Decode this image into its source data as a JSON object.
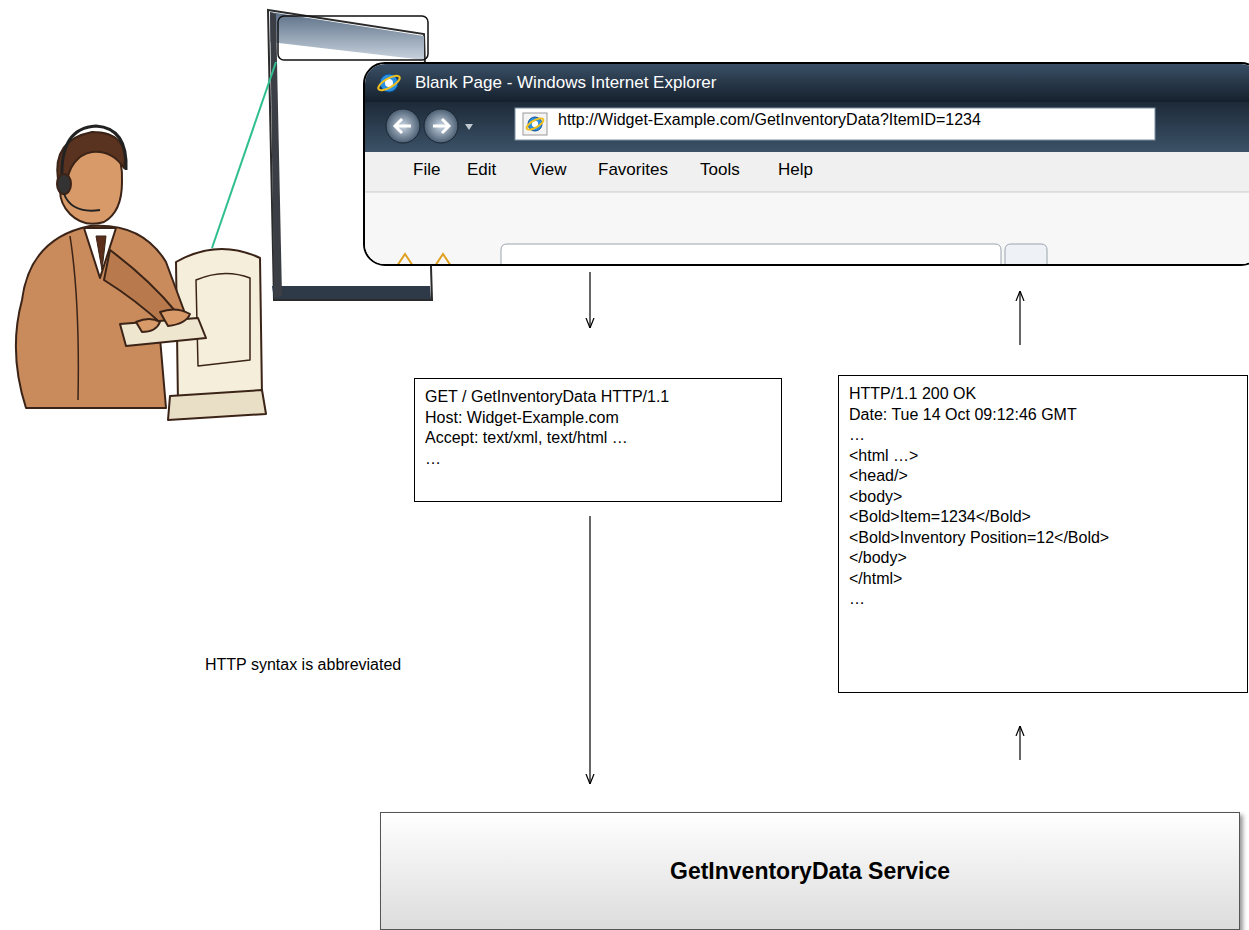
{
  "diagram": {
    "nodes": [
      {
        "text": [
          "Blank Page - Windows Internet Explorer",
          "http://Widget-Example.com/GetInventoryData?ItemID=1234",
          "File",
          "Edit",
          "View",
          "Favorites",
          "Tools",
          "Help"
        ]
      },
      {
        "text": [
          "GET / GetInventoryData HTTP/1.1",
          "Host: Widget-Example.com",
          "Accept: text/xml, text/html …",
          "…"
        ]
      },
      {
        "text": [
          "HTTP/1.1 200 OK",
          "Date: Tue 14 Oct 09:12:46 GMT",
          "…",
          "<html …>",
          "<head/>",
          "<body>",
          "<Bold>Item=1234</Bold>",
          "<Bold>Inventory Position=12</Bold>",
          "</body>",
          "</html>",
          "…"
        ]
      },
      {
        "text": [
          "GetInventoryData Service"
        ]
      }
    ],
    "edges": [
      {
        "from": 0,
        "to": 1,
        "arrow": "to"
      },
      {
        "from": 1,
        "to": 3,
        "arrow": "to"
      },
      {
        "from": 3,
        "to": 2,
        "arrow": "to"
      },
      {
        "from": 2,
        "to": 0,
        "arrow": "to"
      }
    ],
    "labels": [
      "HTTP syntax is abbreviated"
    ]
  }
}
